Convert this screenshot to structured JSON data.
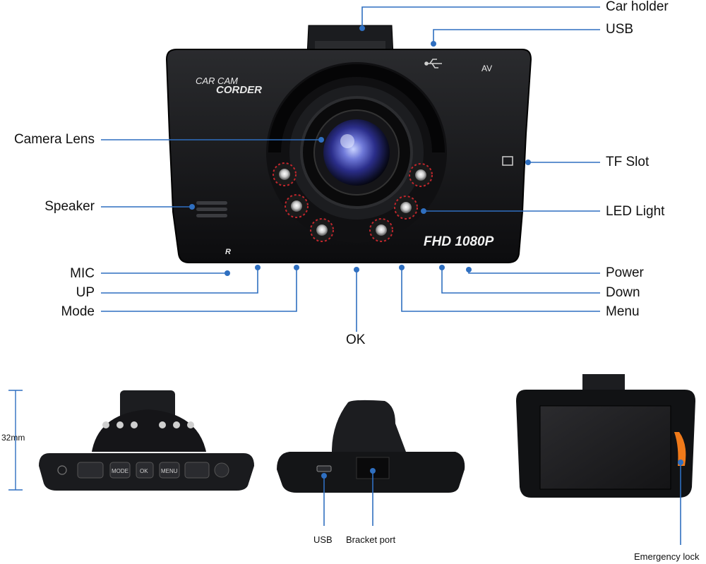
{
  "device": {
    "brand_text_line1": "CAR CAM",
    "brand_text_line2": "CORDER",
    "resolution_badge": "FHD 1080P",
    "av_port_label": "AV",
    "reset_mark": "R",
    "buttons_bottom_view": [
      "MODE",
      "OK",
      "MENU"
    ]
  },
  "callouts": {
    "car_holder": "Car holder",
    "usb": "USB",
    "camera_lens": "Camera Lens",
    "tf_slot": "TF Slot",
    "speaker": "Speaker",
    "led_light": "LED Light",
    "mic": "MIC",
    "up": "UP",
    "mode": "Mode",
    "ok": "OK",
    "menu": "Menu",
    "power": "Power",
    "down": "Down"
  },
  "bottom_views": {
    "thickness": "32mm",
    "usb": "USB",
    "bracket_port": "Bracket port",
    "emergency_lock": "Emergency lock"
  },
  "colors": {
    "callout_line": "#2f6fc0",
    "body": "#111214",
    "led_ring": "#c0262c",
    "lens": "#3a4fb8",
    "emergency_lock": "#f07a1a"
  }
}
